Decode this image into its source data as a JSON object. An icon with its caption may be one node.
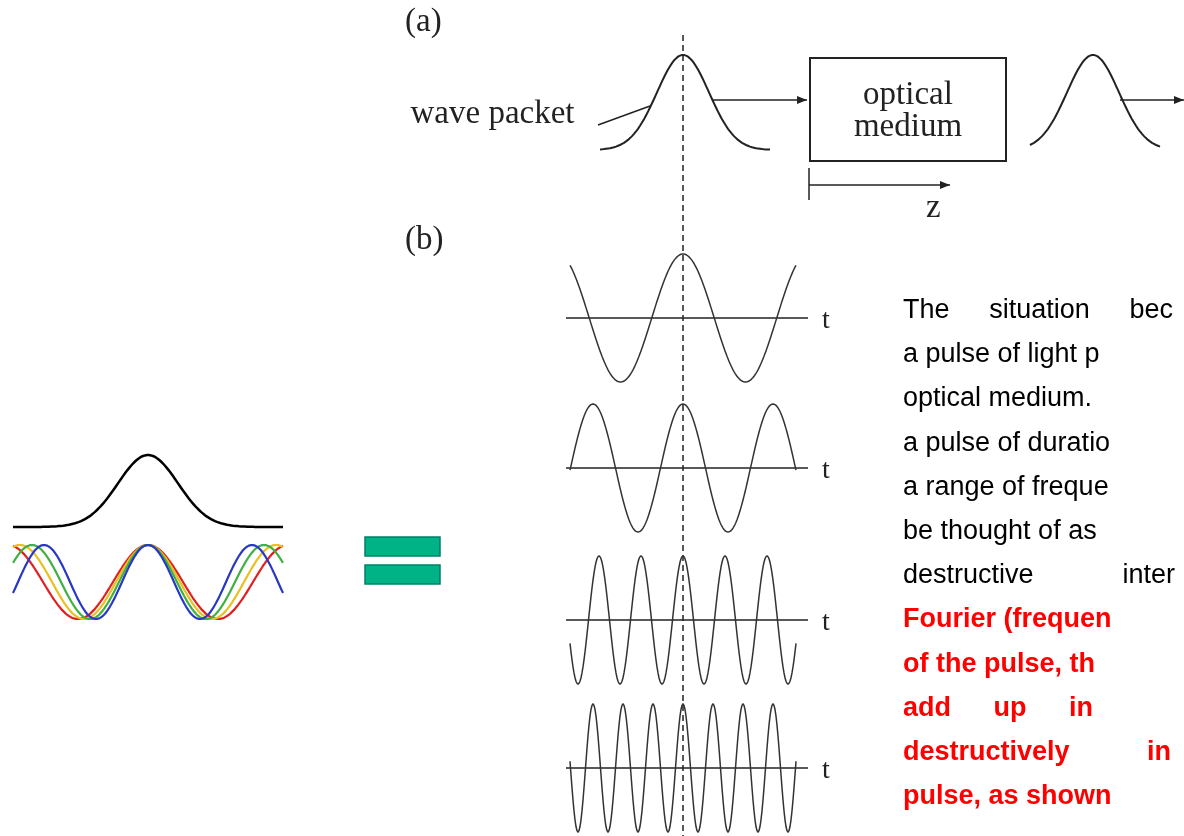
{
  "diagram": {
    "nodes": [
      {
        "text": [
          "wave packet"
        ]
      },
      {
        "text": [],
        "shape": "picture"
      },
      {
        "text": [
          "optical medium"
        ]
      },
      {
        "text": [],
        "shape": "picture"
      }
    ],
    "edges": [
      {
        "from": 0,
        "to": 1,
        "arrow": "none"
      },
      {
        "from": 1,
        "to": 2,
        "arrow": "to"
      },
      {
        "from": 3,
        "to": null,
        "arrow": "to"
      }
    ],
    "labels": [
      "(a)",
      "z",
      "(b)",
      "t",
      "t",
      "t",
      "t",
      "The situation bec",
      "a pulse of light p",
      "optical medium.",
      "a pulse of duratio",
      "a range of freque",
      "be thought of as",
      "destructive inter",
      "Fourier (frequen",
      "of the pulse, th",
      "add up in",
      "destructively in",
      "pulse, as shown"
    ]
  }
}
